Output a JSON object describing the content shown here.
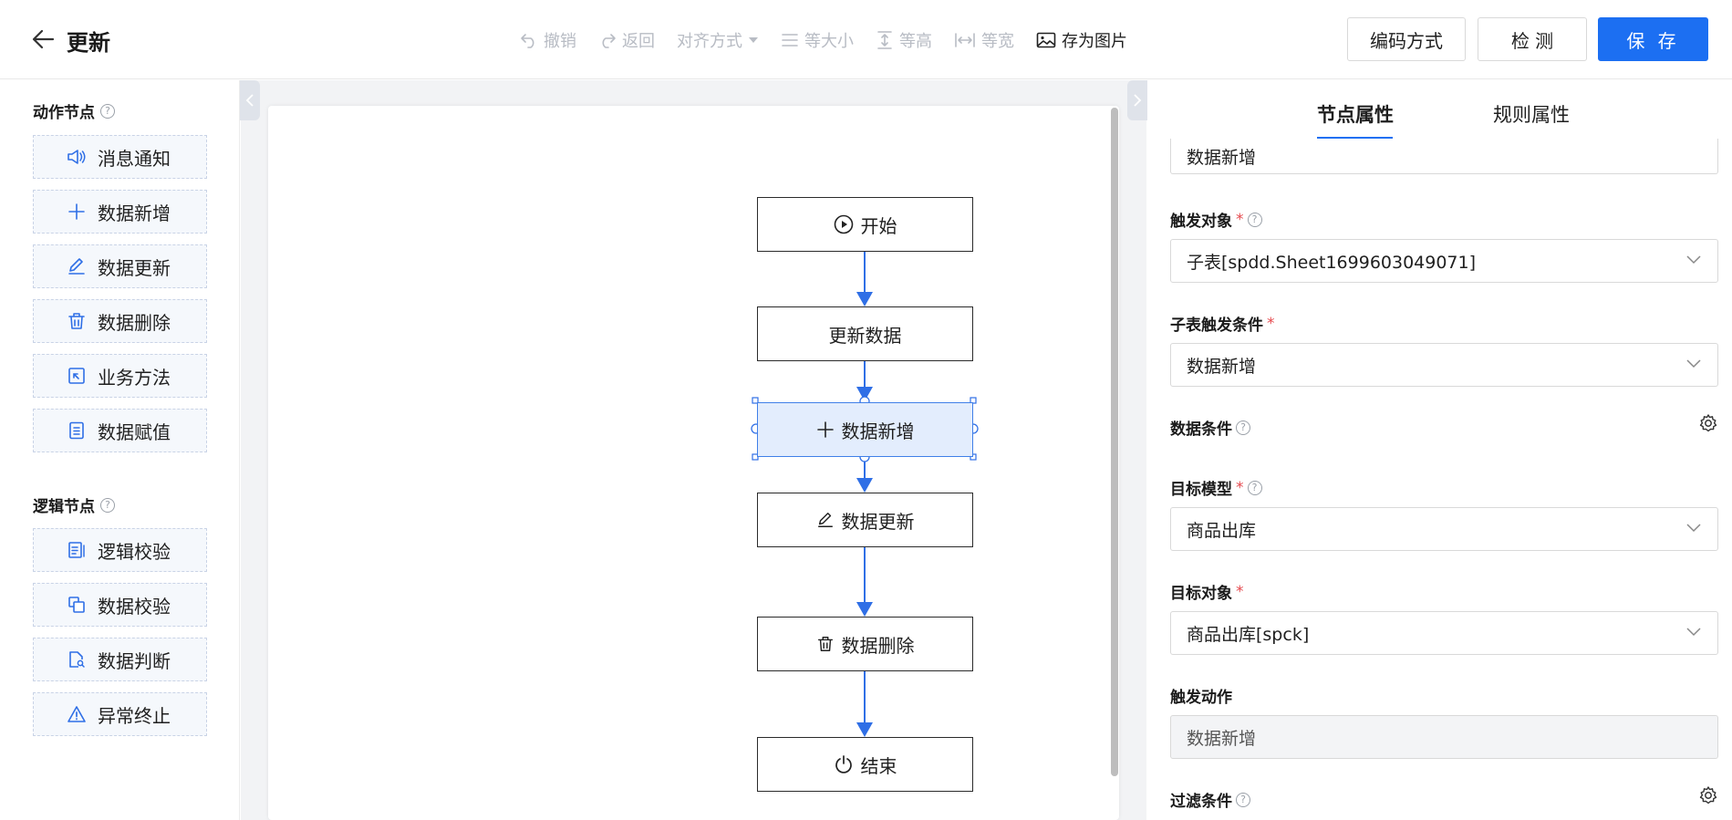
{
  "header": {
    "title": "更新",
    "toolbar": {
      "undo": "撤销",
      "redo": "返回",
      "align": "对齐方式",
      "same_size": "等大小",
      "same_height": "等高",
      "same_width": "等宽",
      "save_image": "存为图片"
    },
    "buttons": {
      "encoding": "编码方式",
      "check": "检 测",
      "save": "保 存"
    }
  },
  "left_panel": {
    "action_section": "动作节点",
    "action_items": [
      "消息通知",
      "数据新增",
      "数据更新",
      "数据删除",
      "业务方法",
      "数据赋值"
    ],
    "logic_section": "逻辑节点",
    "logic_items": [
      "逻辑校验",
      "数据校验",
      "数据判断",
      "异常终止"
    ]
  },
  "flow": {
    "nodes": [
      "开始",
      "更新数据",
      "数据新增",
      "数据更新",
      "数据删除",
      "结束"
    ],
    "selected": "数据新增"
  },
  "right_panel": {
    "tabs": [
      "节点属性",
      "规则属性"
    ],
    "active_tab": "节点属性",
    "name_value": "数据新增",
    "trigger_object_label": "触发对象",
    "trigger_object_value": "子表[spdd.Sheet1699603049071]",
    "child_condition_label": "子表触发条件",
    "child_condition_value": "数据新增",
    "data_condition_label": "数据条件",
    "target_model_label": "目标模型",
    "target_model_value": "商品出库",
    "target_object_label": "目标对象",
    "target_object_value": "商品出库[spck]",
    "trigger_action_label": "触发动作",
    "trigger_action_value": "数据新增",
    "filter_condition_label": "过滤条件"
  },
  "colors": {
    "primary": "#1c6ff2",
    "flow_line": "#2f6fe6",
    "selected_fill": "#e3edfd",
    "required": "#e5484d"
  }
}
